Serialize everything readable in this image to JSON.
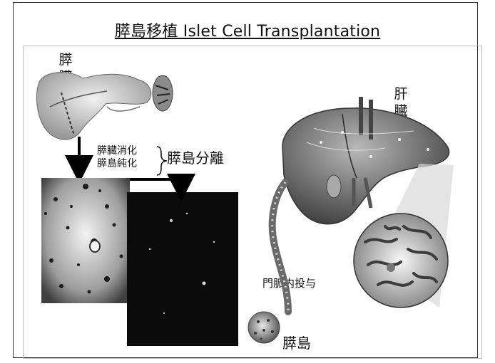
{
  "title": "膵島移植  Islet Cell Transplantation",
  "labels": {
    "pancreas": "膵臓",
    "liver": "肝臓",
    "step1": "膵臓消化",
    "step2": "膵島純化",
    "separation": "膵島分離",
    "portal": "門脈内投与",
    "islet": "膵島"
  }
}
